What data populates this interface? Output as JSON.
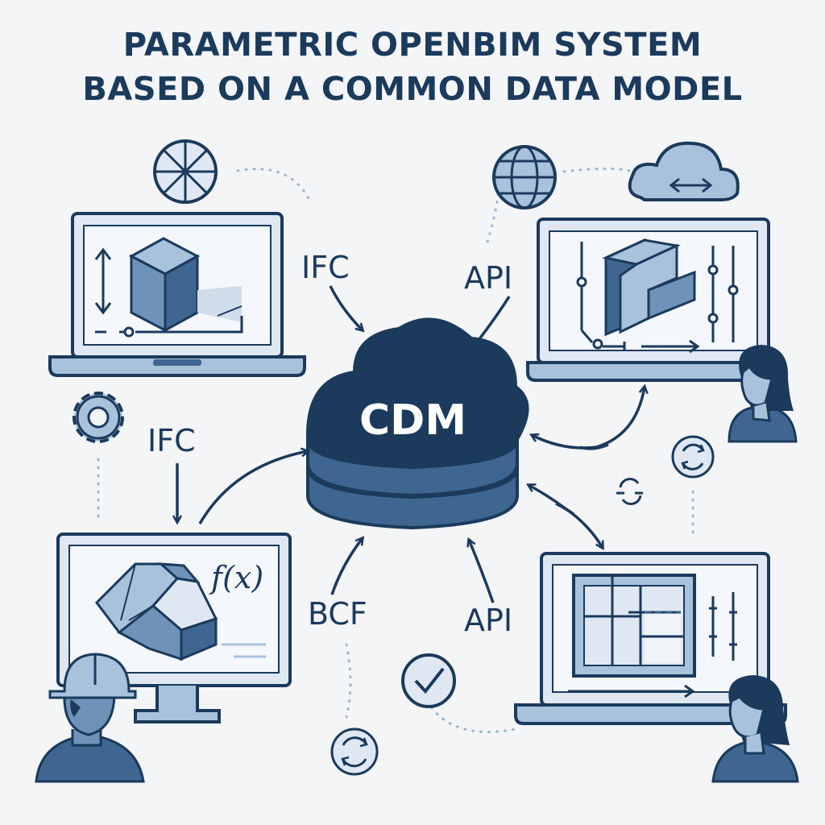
{
  "title": {
    "line1": "PARAMETRIC OPENBIM SYSTEM",
    "line2": "BASED ON A COMMON DATA MODEL"
  },
  "center": {
    "label": "CDM"
  },
  "connections": {
    "top_left": "IFC",
    "top_right": "API",
    "left": "IFC",
    "bottom_left": "BCF",
    "bottom_right": "API"
  },
  "formula": "f(x)",
  "colors": {
    "dark": "#1b3a5c",
    "mid": "#3e6690",
    "light": "#a9c2dc",
    "pale": "#dfe8f2",
    "background": "#f4f5f7"
  },
  "icons": [
    "wheel-icon",
    "globe-icon",
    "cloud-sync-icon",
    "gear-icon",
    "refresh-icon",
    "sync-icon",
    "check-icon"
  ]
}
